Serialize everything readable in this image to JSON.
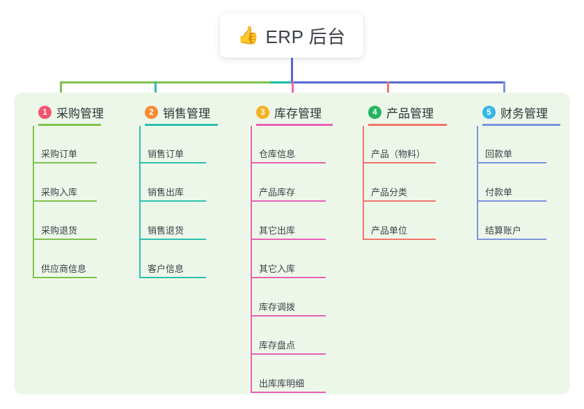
{
  "root": {
    "icon": "thumbs-up-icon",
    "emoji": "👍",
    "title": "ERP 后台"
  },
  "colors": {
    "panel_bg": "#edf7e9",
    "page_bg": "#ffffff",
    "text": "#3c4148",
    "trunk": "#5566cc",
    "connector_green": "#7ec14b",
    "connector_teal": "#12bfa6",
    "connector_blue": "#5566cc"
  },
  "columns": [
    {
      "number": "1",
      "title": "采购管理",
      "badge_color": "#f4556e",
      "line_color": "#7ec14b",
      "items": [
        {
          "label": "采购订单"
        },
        {
          "label": "采购入库"
        },
        {
          "label": "采购退货"
        },
        {
          "label": "供应商信息"
        }
      ]
    },
    {
      "number": "2",
      "title": "销售管理",
      "badge_color": "#f78c33",
      "line_color": "#2dbfb0",
      "items": [
        {
          "label": "销售订单"
        },
        {
          "label": "销售出库"
        },
        {
          "label": "销售退货"
        },
        {
          "label": "客户信息"
        }
      ]
    },
    {
      "number": "3",
      "title": "库存管理",
      "badge_color": "#f5b223",
      "line_color": "#e761b4",
      "items": [
        {
          "label": "仓库信息"
        },
        {
          "label": "产品库存"
        },
        {
          "label": "其它出库"
        },
        {
          "label": "其它入库"
        },
        {
          "label": "库存调拨"
        },
        {
          "label": "库存盘点"
        },
        {
          "label": "出库库明细"
        }
      ]
    },
    {
      "number": "4",
      "title": "产品管理",
      "badge_color": "#22b560",
      "line_color": "#f4736b",
      "items": [
        {
          "label": "产品（物料）"
        },
        {
          "label": "产品分类"
        },
        {
          "label": "产品单位"
        }
      ]
    },
    {
      "number": "5",
      "title": "财务管理",
      "badge_color": "#35b6e8",
      "line_color": "#7d93dd",
      "items": [
        {
          "label": "回款单"
        },
        {
          "label": "付款单"
        },
        {
          "label": "结算账户"
        }
      ]
    }
  ]
}
